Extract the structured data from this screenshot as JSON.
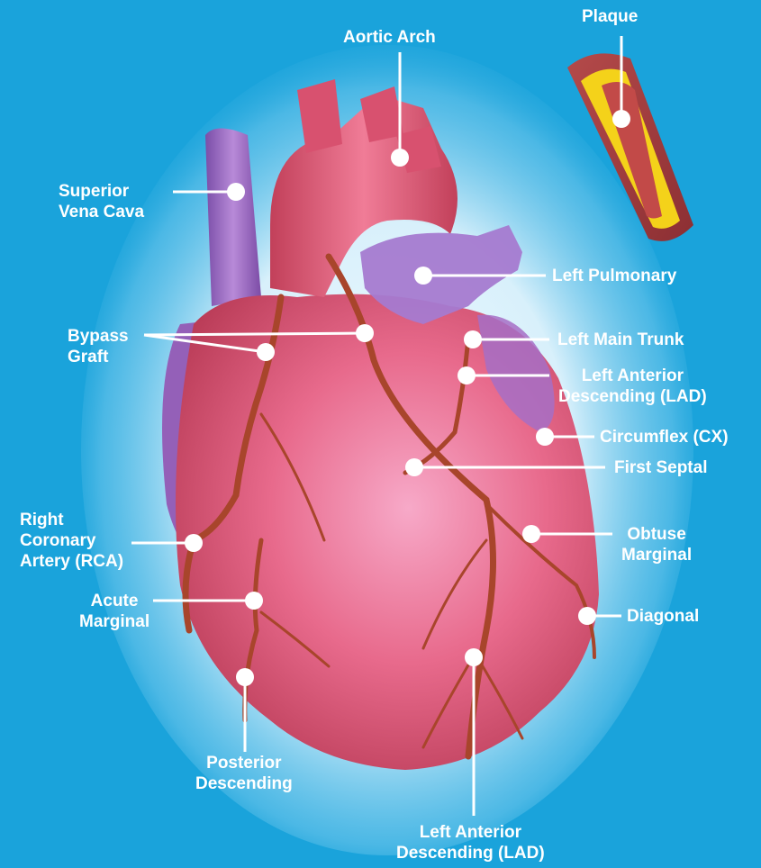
{
  "colors": {
    "background": "#1aa3db",
    "glow": "#e6f6ff",
    "heart": "#e0556e",
    "vessel": "#8a5ab2",
    "artery": "#a8452b",
    "plaque": "#f4d21a",
    "marker": "#ffffff"
  },
  "labels": {
    "plaque": [
      "Plaque"
    ],
    "aortic_arch": [
      "Aortic Arch"
    ],
    "superior_vena_cava": [
      "Superior",
      "Vena Cava"
    ],
    "left_pulmonary": [
      "Left Pulmonary"
    ],
    "bypass_graft": [
      "Bypass",
      "Graft"
    ],
    "left_main_trunk": [
      "Left Main Trunk"
    ],
    "lad_upper": [
      "Left Anterior",
      "Descending (LAD)"
    ],
    "circumflex": [
      "Circumflex (CX)"
    ],
    "first_septal": [
      "First Septal"
    ],
    "rca": [
      "Right",
      "Coronary",
      "Artery (RCA)"
    ],
    "obtuse_marginal": [
      "Obtuse",
      "Marginal"
    ],
    "acute_marginal": [
      "Acute",
      "Marginal"
    ],
    "diagonal": [
      "Diagonal"
    ],
    "posterior_descending": [
      "Posterior",
      "Descending"
    ],
    "lad_lower": [
      "Left Anterior",
      "Descending (LAD)"
    ]
  }
}
